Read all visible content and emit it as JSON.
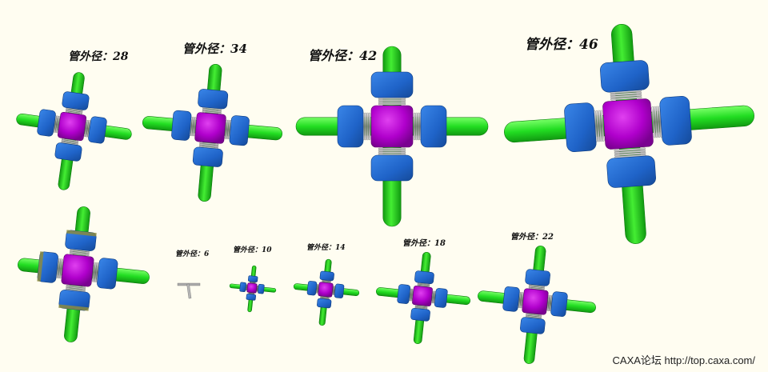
{
  "labels": {
    "prefix": "管外径：",
    "items": [
      {
        "id": "d28",
        "value": "28"
      },
      {
        "id": "d34",
        "value": "34"
      },
      {
        "id": "d42",
        "value": "42"
      },
      {
        "id": "d46",
        "value": "46"
      },
      {
        "id": "d6",
        "value": "6"
      },
      {
        "id": "d10",
        "value": "10"
      },
      {
        "id": "d14",
        "value": "14"
      },
      {
        "id": "d18",
        "value": "18"
      },
      {
        "id": "d22",
        "value": "22"
      }
    ]
  },
  "footer": {
    "text": "CAXA论坛 http://top.caxa.com/"
  },
  "colors": {
    "background": "#fffdf1",
    "pipe": "#22dd22",
    "body": "#aa00cc",
    "nut": "#2266cc",
    "thread": "#b8b8b8"
  }
}
